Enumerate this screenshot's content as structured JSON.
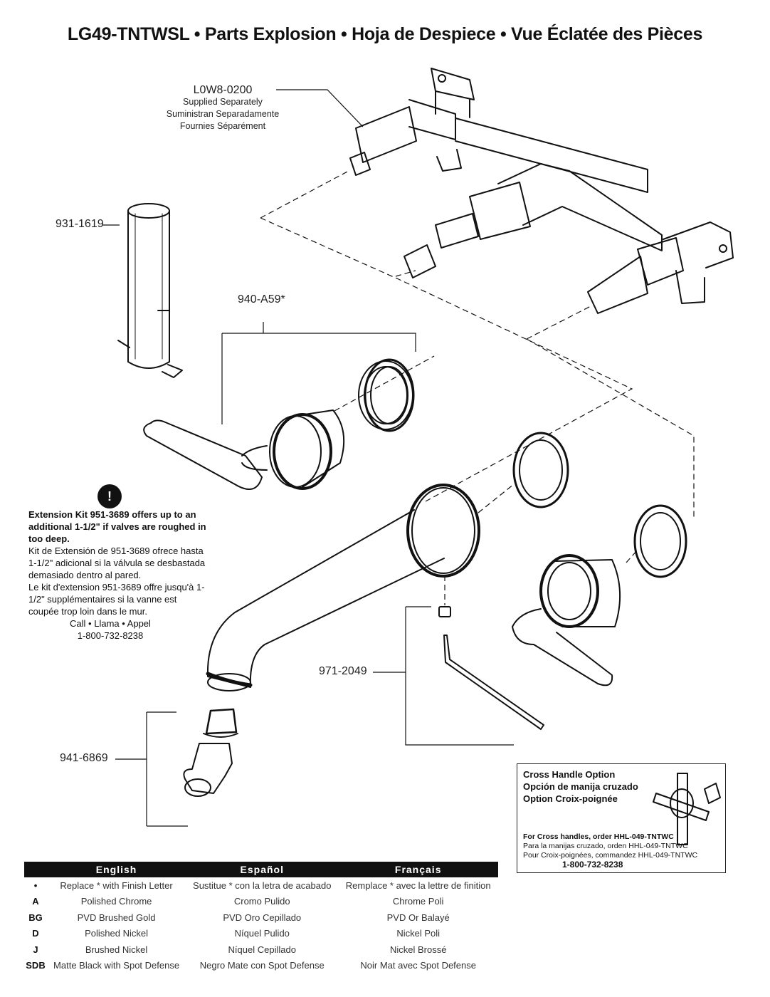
{
  "title": "LG49-TNTWSL • Parts Explosion • Hoja de Despiece • Vue Éclatée des Pièces",
  "valve": {
    "part": "L0W8-0200",
    "line1": "Supplied Separately",
    "line2": "Suministran Separadamente",
    "line3": "Fournies Séparément"
  },
  "labels": {
    "extension_tube": "931-1619",
    "handle": "940-A59*",
    "wrench": "971-2049",
    "aerator": "941-6869"
  },
  "note": {
    "icon": "!",
    "bold": "Extension Kit 951-3689 offers up to an additional 1-1/2\" if valves are roughed in too deep.",
    "es": "Kit de Extensión de 951-3689 ofrece hasta 1-1/2\" adicional si la válvula se desbastada demasiado dentro al pared.",
    "fr": "Le kit d'extension 951-3689 offre jusqu'à 1-1/2\" supplémentaires si la vanne est coupée trop loin dans le mur.",
    "call": "Call • Llama • Appel",
    "phone": "1-800-732-8238"
  },
  "cross": {
    "title_en": "Cross Handle Option",
    "title_es": "Opción de manija cruzado",
    "title_fr": "Option Croix-poignée",
    "order_en": "For Cross handles, order HHL-049-TNTWC",
    "order_es": "Para la manijas cruzado, orden HHL-049-TNTWC",
    "order_fr": "Pour Croix-poignées, commandez HHL-049-TNTWC",
    "phone": "1-800-732-8238"
  },
  "finishes": {
    "headers": [
      "English",
      "Español",
      "Français"
    ],
    "rows": [
      {
        "code": "•",
        "en": "Replace * with Finish Letter",
        "es": "Sustitue * con la letra de acabado",
        "fr": "Remplace * avec la lettre de finition"
      },
      {
        "code": "A",
        "en": "Polished Chrome",
        "es": "Cromo Pulido",
        "fr": "Chrome Poli"
      },
      {
        "code": "BG",
        "en": "PVD Brushed Gold",
        "es": "PVD Oro Cepillado",
        "fr": "PVD Or Balayé"
      },
      {
        "code": "D",
        "en": "Polished Nickel",
        "es": "Níquel Pulido",
        "fr": "Nickel Poli"
      },
      {
        "code": "J",
        "en": "Brushed Nickel",
        "es": "Níquel Cepillado",
        "fr": "Nickel Brossé"
      },
      {
        "code": "SDB",
        "en": "Matte Black with Spot Defense",
        "es": "Negro Mate con Spot Defense",
        "fr": "Noir Mat avec Spot Defense"
      }
    ]
  }
}
